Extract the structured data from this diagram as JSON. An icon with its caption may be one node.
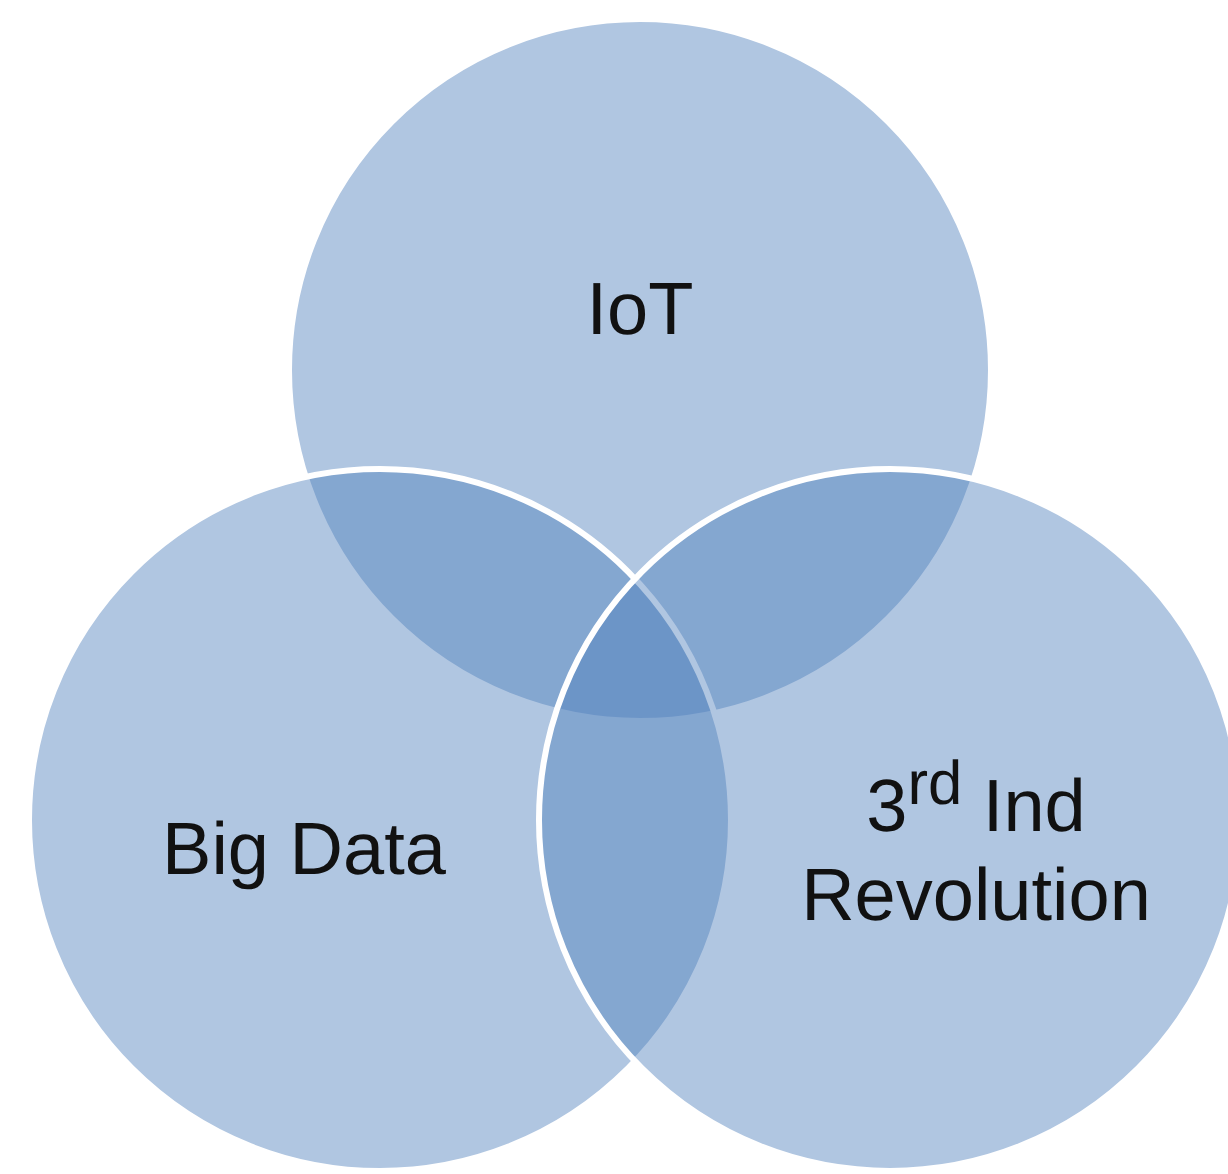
{
  "diagram": {
    "nodes": [
      {
        "text": [
          "IoT"
        ]
      },
      {
        "text": [
          "Big Data"
        ]
      },
      {
        "text": [
          "3$^{rd}$ Ind Revolution"
        ]
      }
    ]
  }
}
